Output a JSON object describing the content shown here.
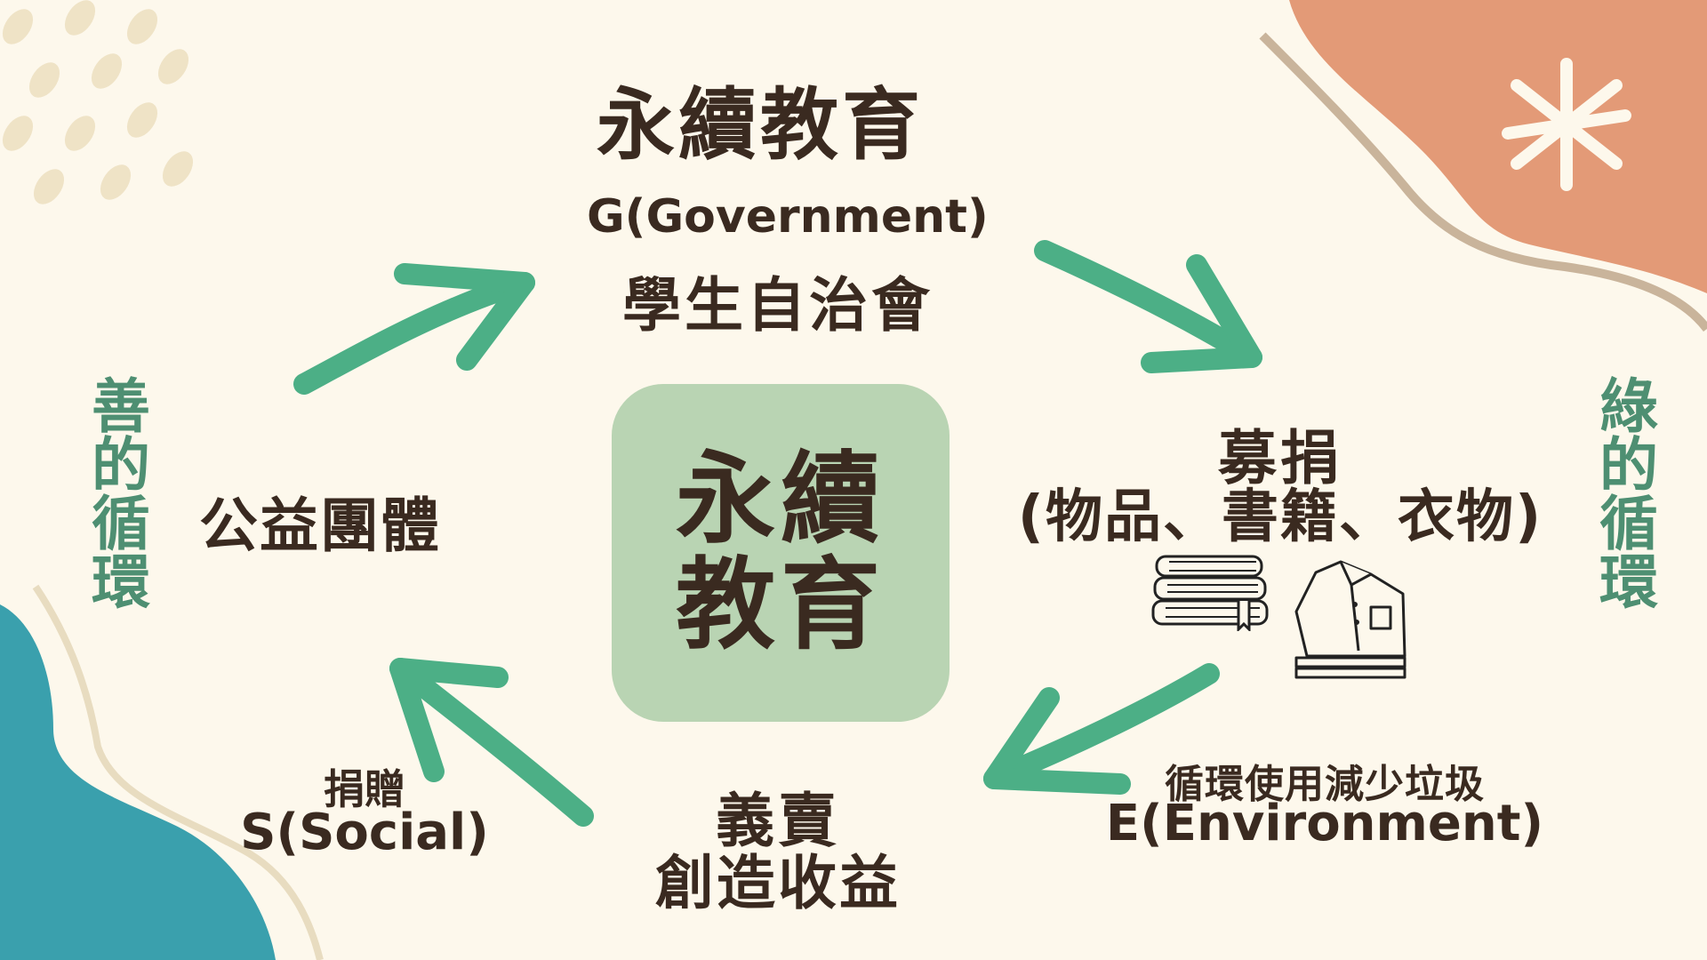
{
  "title": "永續教育",
  "center": {
    "line1": "永續",
    "line2": "教育"
  },
  "government": {
    "en": "G(Government)",
    "zh": "學生自治會"
  },
  "ngo": "公益團體",
  "donation": {
    "line1": "募捐",
    "line2": "(物品、書籍、衣物)"
  },
  "environment": {
    "zh": "循環使用減少垃圾",
    "en": "E(Environment)"
  },
  "charity_sale": {
    "line1": "義賣",
    "line2": "創造收益"
  },
  "social": {
    "zh": "捐贈",
    "en": "S(Social)"
  },
  "left_vertical": "善的循環",
  "right_vertical": "綠的循環",
  "colors": {
    "background": "#fdf8ec",
    "arrow": "#4caf86",
    "center_box": "#b9d4b3",
    "text": "#3a2a20",
    "vertical_text": "#4e8f72",
    "corner_orange": "#e39a77",
    "corner_teal": "#3aa0ad",
    "dots": "#efe3c6"
  },
  "icons": [
    "books-icon",
    "shirt-icon",
    "sparkle-icon"
  ]
}
